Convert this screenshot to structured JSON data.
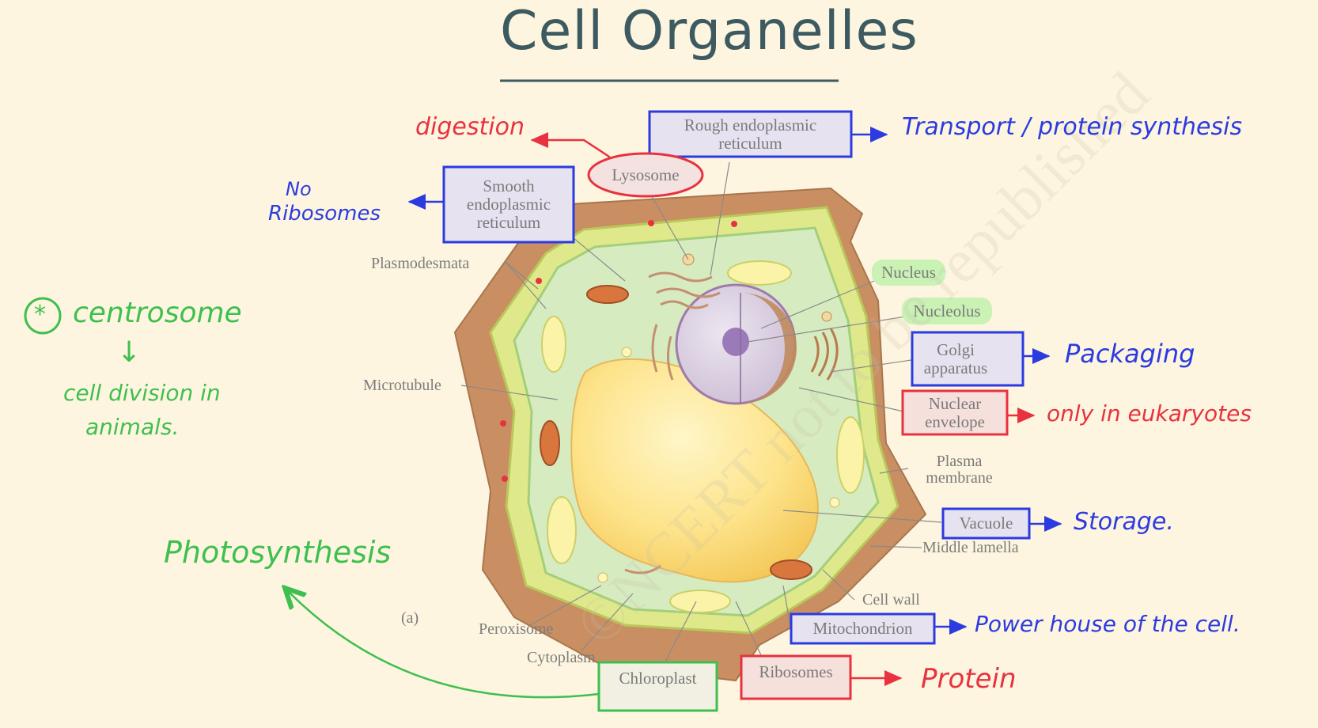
{
  "title": "Cell Organelles",
  "figure_tag": "(a)",
  "watermark": "©NCERT not to be republished",
  "colors": {
    "background": "#fdf5df",
    "blue": "#2b3be0",
    "red": "#e8323f",
    "green": "#3fbf4f",
    "title": "#3c5a60"
  },
  "labels": {
    "rer": "Rough endoplasmic reticulum",
    "lysosome": "Lysosome",
    "ser": "Smooth endoplasmic reticulum",
    "plasmodesmata": "Plasmodesmata",
    "nucleus": "Nucleus",
    "nucleolus": "Nucleolus",
    "golgi": "Golgi apparatus",
    "nuclear_envelope": "Nuclear envelope",
    "microtubule": "Microtubule",
    "plasma_membrane": "Plasma membrane",
    "vacuole": "Vacuole",
    "middle_lamella": "Middle lamella",
    "cell_wall": "Cell wall",
    "mitochondrion": "Mitochondrion",
    "peroxisome": "Peroxisome",
    "cytoplasm": "Cytoplasm",
    "chloroplast": "Chloroplast",
    "ribosomes": "Ribosomes"
  },
  "notes": {
    "digestion": "digestion",
    "no_ribosomes_1": "No",
    "no_ribosomes_2": "Ribosomes",
    "transport": "Transport / protein synthesis",
    "packaging": "Packaging",
    "eukaryotes": "only in eukaryotes",
    "storage": "Storage.",
    "power_house": "Power house of the cell.",
    "protein": "Protein",
    "photosynthesis": "Photosynthesis",
    "centrosome_star": "*",
    "centrosome": "centrosome",
    "centrosome_arrow": "↓",
    "cell_division_1": "cell division in",
    "cell_division_2": "animals."
  }
}
